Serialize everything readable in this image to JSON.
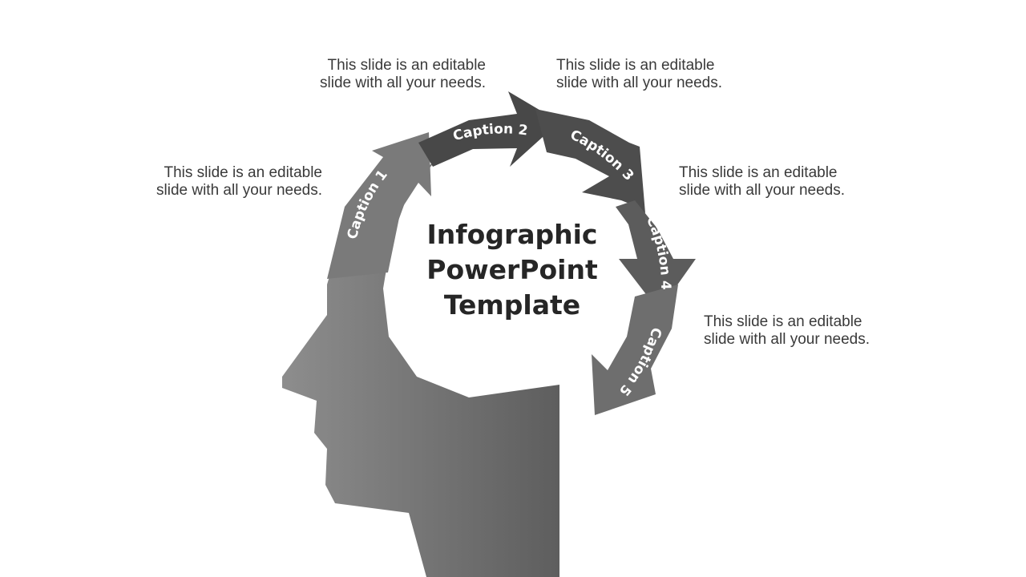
{
  "title": [
    "Infographic",
    "PowerPoint",
    "Template"
  ],
  "captions": [
    "Caption 1",
    "Caption 2",
    "Caption 3",
    "Caption 4",
    "Caption 5"
  ],
  "descriptions": [
    [
      "This slide is an editable",
      "slide with all your needs."
    ],
    [
      "This slide is an editable",
      "slide with all your needs."
    ],
    [
      "This slide is an editable",
      "slide with all your needs."
    ],
    [
      "This slide is an editable",
      "slide with all your needs."
    ],
    [
      "This slide is an editable",
      "slide with all your needs."
    ]
  ],
  "colors": {
    "head_light": "#8a8a8a",
    "head_dark": "#5c5c5c",
    "arrow_1": "#7a7a7a",
    "arrow_2": "#4a4a4a",
    "arrow_3": "#4f4f4f",
    "arrow_4": "#5e5e5e",
    "arrow_5": "#707070",
    "title": "#262626",
    "body_text": "#3a3a3a"
  }
}
